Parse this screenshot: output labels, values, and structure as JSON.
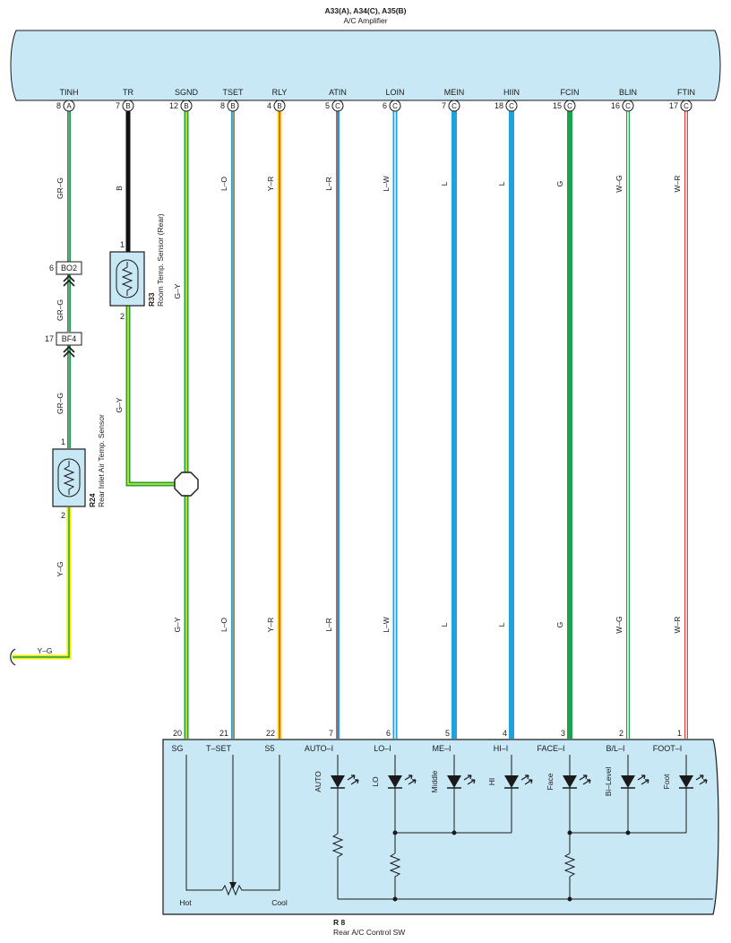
{
  "amplifier": {
    "connectors": "A33(A), A34(C), A35(B)",
    "name": "A/C Amplifier"
  },
  "control_switch": {
    "code": "R 8",
    "name": "Rear A/C Control SW",
    "slider_hot": "Hot",
    "slider_cool": "Cool"
  },
  "amp_terminals": [
    {
      "name": "TINH",
      "pin": "8",
      "conn": "A"
    },
    {
      "name": "TR",
      "pin": "7",
      "conn": "B"
    },
    {
      "name": "SGND",
      "pin": "12",
      "conn": "B"
    },
    {
      "name": "TSET",
      "pin": "8",
      "conn": "B"
    },
    {
      "name": "RLY",
      "pin": "4",
      "conn": "B"
    },
    {
      "name": "ATIN",
      "pin": "5",
      "conn": "C"
    },
    {
      "name": "LOIN",
      "pin": "6",
      "conn": "C"
    },
    {
      "name": "MEIN",
      "pin": "7",
      "conn": "C"
    },
    {
      "name": "HIIN",
      "pin": "18",
      "conn": "C"
    },
    {
      "name": "FCIN",
      "pin": "15",
      "conn": "C"
    },
    {
      "name": "BLIN",
      "pin": "16",
      "conn": "C"
    },
    {
      "name": "FTIN",
      "pin": "17",
      "conn": "C"
    }
  ],
  "wire_colors_top": [
    "GR–G",
    "B",
    "G–Y",
    "L–O",
    "Y–R",
    "L–R",
    "L–W",
    "L",
    "L",
    "G",
    "W–G",
    "W–R"
  ],
  "wire_colors_bottom": [
    "G–Y",
    "L–O",
    "Y–R",
    "L–R",
    "L–W",
    "L",
    "L",
    "G",
    "W–G",
    "W–R"
  ],
  "sw_terminals": [
    {
      "name": "SG",
      "pin": "20"
    },
    {
      "name": "T–SET",
      "pin": "21"
    },
    {
      "name": "S5",
      "pin": "22"
    },
    {
      "name": "AUTO–I",
      "pin": "7"
    },
    {
      "name": "LO–I",
      "pin": "6"
    },
    {
      "name": "ME–I",
      "pin": "5"
    },
    {
      "name": "HI–I",
      "pin": "4"
    },
    {
      "name": "FACE–I",
      "pin": "3"
    },
    {
      "name": "B/L–I",
      "pin": "2"
    },
    {
      "name": "FOOT–I",
      "pin": "1"
    }
  ],
  "indicators": [
    "AUTO",
    "LO",
    "Middle",
    "HI",
    "Face",
    "Bi–Level",
    "Foot"
  ],
  "room_sensor": {
    "code": "R33",
    "name": "Room Temp. Sensor (Rear)",
    "pin_top": "1",
    "pin_bottom": "2",
    "wire_out": "G–Y"
  },
  "inlet_sensor": {
    "code": "R24",
    "name": "Rear Inlet Air Temp. Sensor",
    "pin_top": "1",
    "pin_bottom": "2",
    "wire_mid": "GR–G",
    "wire_bottom": "Y–G",
    "wire_exit": "Y–G"
  },
  "junctions": [
    {
      "pin": "6",
      "name": "BO2",
      "wire_below": "GR–G"
    },
    {
      "pin": "17",
      "name": "BF4",
      "wire_below": "GR–G"
    }
  ],
  "colors": {
    "panel": "#c8e8f6",
    "L": "#1aa3dc",
    "G": "#18a44c",
    "Y": "#f5e900",
    "R": "#e8423a",
    "B": "#111111",
    "O": "#f39a1f"
  }
}
